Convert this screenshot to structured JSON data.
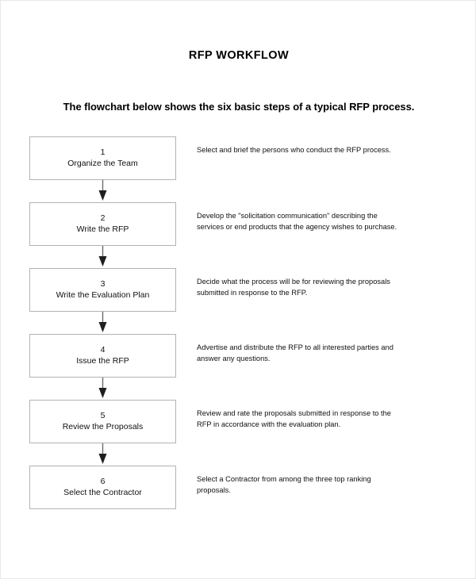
{
  "document": {
    "title": "RFP WORKFLOW",
    "subtitle": "The flowchart below shows the six basic steps of a typical RFP process."
  },
  "colors": {
    "page_border": "#e8e8e8",
    "box_border": "#b3b3b3",
    "text": "#111111",
    "arrow": "#6b6b6b"
  },
  "flowchart": {
    "type": "flowchart",
    "orientation": "vertical",
    "connector": "down-arrow",
    "steps": [
      {
        "number": "1",
        "label": "Organize the Team",
        "description_lines": [
          "Select and brief the persons who conduct the RFP process."
        ]
      },
      {
        "number": "2",
        "label": "Write the RFP",
        "description_lines": [
          "Develop the \"solicitation communication\" describing the",
          "services or end products that the agency wishes to purchase."
        ]
      },
      {
        "number": "3",
        "label": "Write the Evaluation Plan",
        "description_lines": [
          "Decide what the process will be for reviewing the proposals",
          "submitted in response to the RFP."
        ]
      },
      {
        "number": "4",
        "label": "Issue the RFP",
        "description_lines": [
          "Advertise and distribute the RFP to all interested parties and",
          "answer any questions."
        ]
      },
      {
        "number": "5",
        "label": "Review the Proposals",
        "description_lines": [
          "Review and rate the proposals submitted in response to the",
          "RFP in accordance with the evaluation plan."
        ]
      },
      {
        "number": "6",
        "label": "Select the Contractor",
        "description_lines": [
          "Select a Contractor from among the three top ranking",
          "proposals."
        ]
      }
    ]
  }
}
